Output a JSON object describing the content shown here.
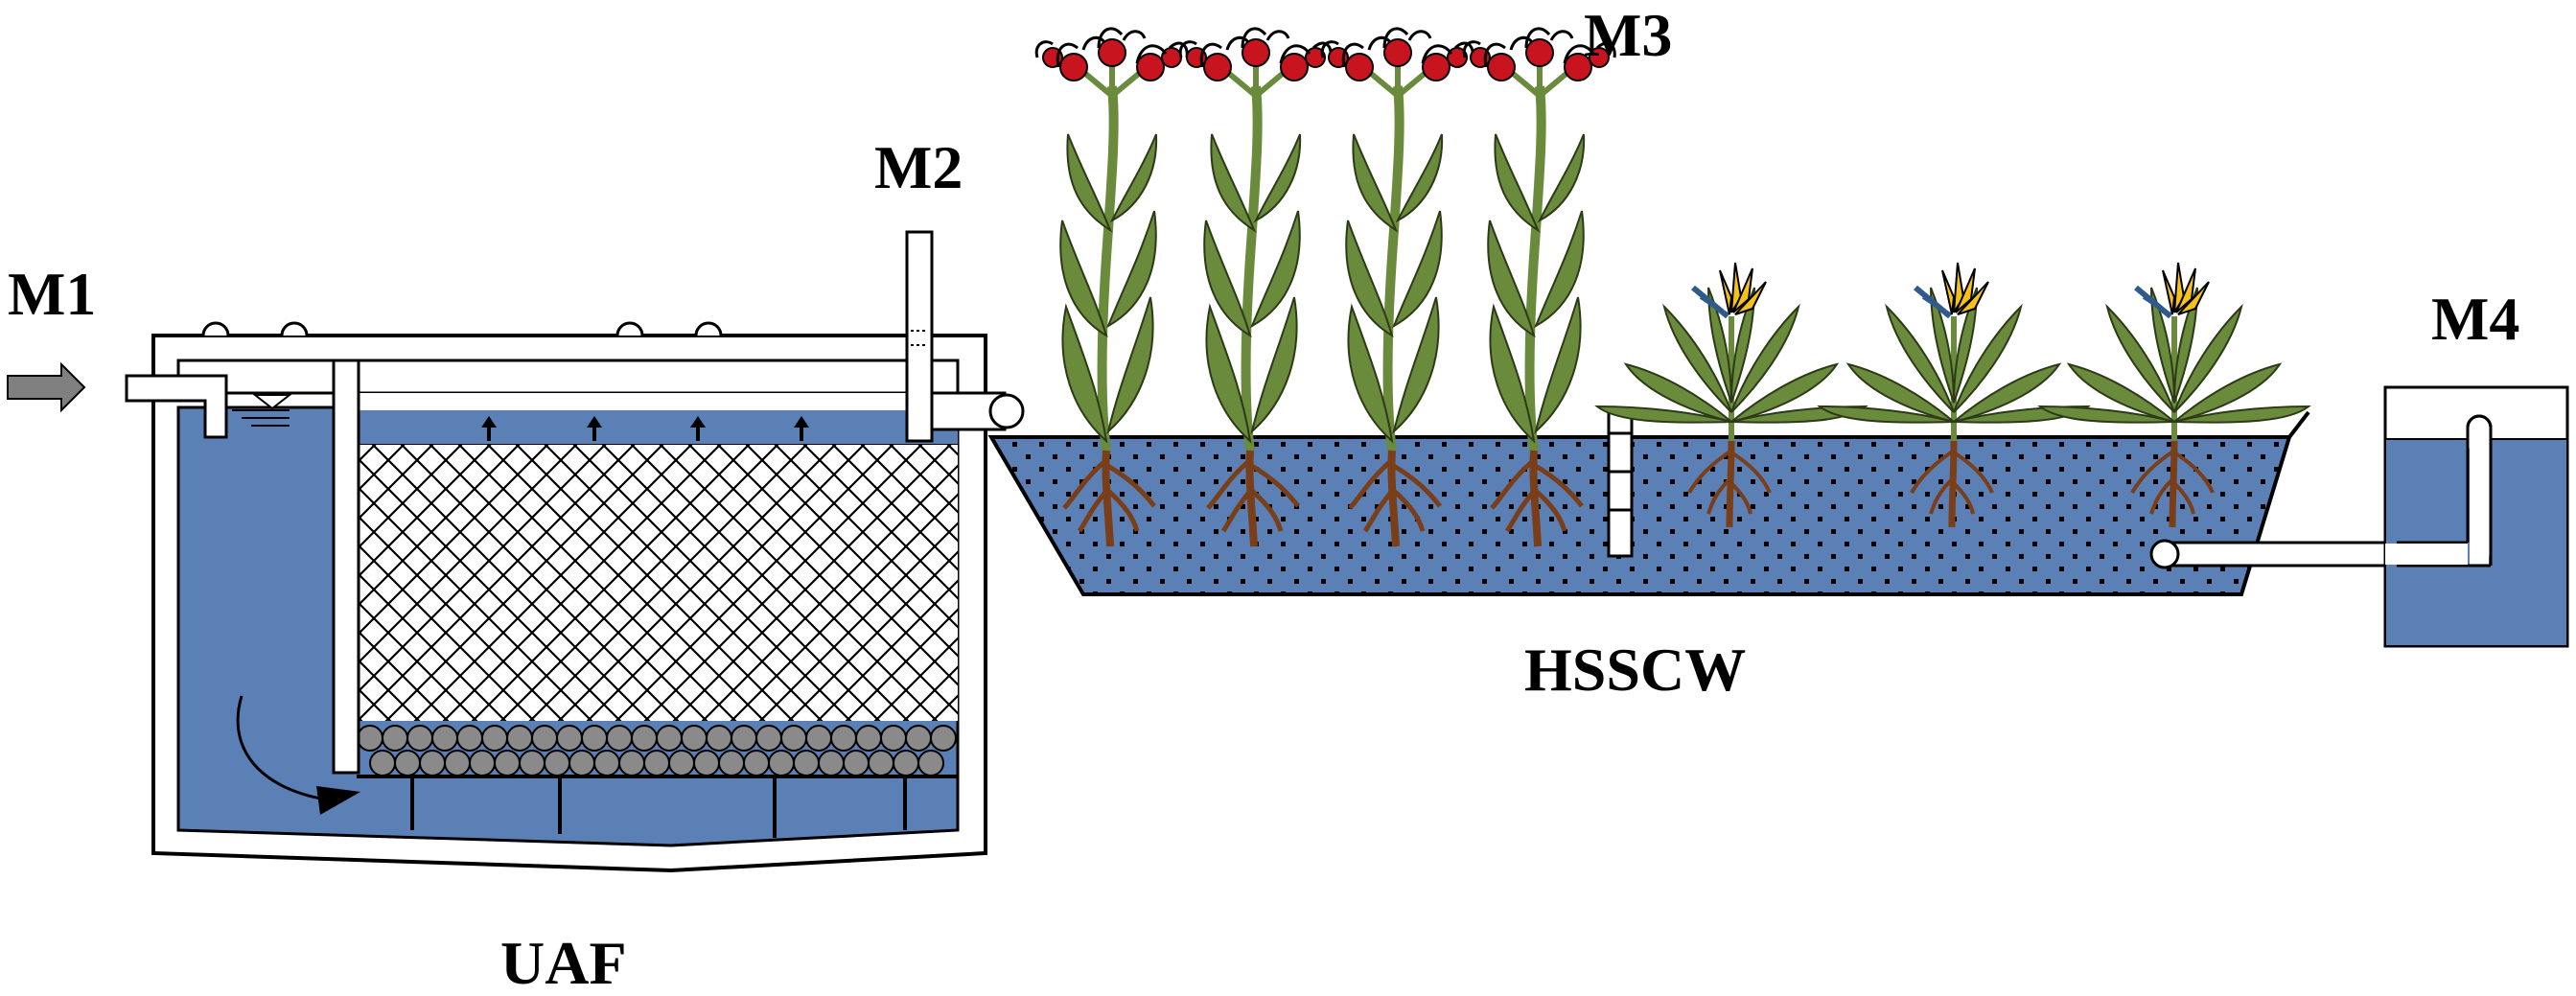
{
  "labels": {
    "m1": "M1",
    "m2": "M2",
    "m3": "M3",
    "m4": "M4",
    "uaf": "UAF",
    "hsscw": "HSSCW"
  },
  "colors": {
    "water": "#5b80b6",
    "outline": "#000000",
    "pipe": "#ffffff",
    "media_ball": "#8a8a8a",
    "inlet_arrow": "#808080",
    "reed_stem": "#6a8a3c",
    "reed_flower": "#c8141e",
    "broadleaf_leaf": "#6a8a3c",
    "broadleaf_flower": "#f4c21a",
    "broadleaf_beak": "#2f5a8c",
    "root": "#7a3e18"
  },
  "icons": {
    "inlet": "arrow-right-icon",
    "flow": "arrow-up-icon",
    "plant_a": "reed-plant-icon",
    "plant_b": "bird-of-paradise-plant-icon"
  }
}
